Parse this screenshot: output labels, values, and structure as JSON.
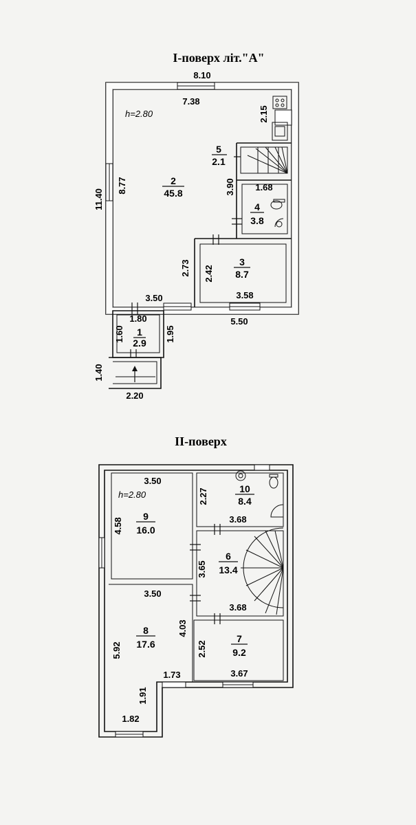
{
  "floor1": {
    "title": "I-поверх літ.\"А\"",
    "height_label": "h=2.80",
    "dims": {
      "top_outer": "8.10",
      "top_inner": "7.38",
      "left_outer": "11.40",
      "left_inner": "8.77",
      "kitchen_right": "2.15",
      "stair_wall": "3.90",
      "room3_left_ext": "2.73",
      "room3_height": "2.42",
      "room3_width": "3.58",
      "bottom_right": "5.50",
      "room2_bottom": "3.50",
      "vest_width": "1.80",
      "vest_height": "1.60",
      "vest_right": "1.95",
      "porch_height": "1.40",
      "porch_width": "2.20",
      "bath_width": "1.68"
    },
    "rooms": [
      {
        "num": "1",
        "area": "2.9"
      },
      {
        "num": "2",
        "area": "45.8"
      },
      {
        "num": "3",
        "area": "8.7"
      },
      {
        "num": "4",
        "area": "3.8"
      },
      {
        "num": "5",
        "area": "2.1"
      }
    ]
  },
  "floor2": {
    "title": "II-поверх",
    "height_label": "h=2.80",
    "dims": {
      "room9_width": "3.50",
      "room9_height": "4.58",
      "room10_height": "2.27",
      "room10_bottom": "3.68",
      "hall_height": "3.65",
      "hall_bottom": "3.68",
      "room8_width": "3.50",
      "room8_height": "5.92",
      "room8_right": "4.03",
      "room8_step": "1.73",
      "room8_lower": "1.91",
      "room8_bottom": "1.82",
      "room7_height": "2.52",
      "room7_width": "3.67"
    },
    "rooms": [
      {
        "num": "6",
        "area": "13.4"
      },
      {
        "num": "7",
        "area": "9.2"
      },
      {
        "num": "8",
        "area": "17.6"
      },
      {
        "num": "9",
        "area": "16.0"
      },
      {
        "num": "10",
        "area": "8.4"
      }
    ]
  }
}
